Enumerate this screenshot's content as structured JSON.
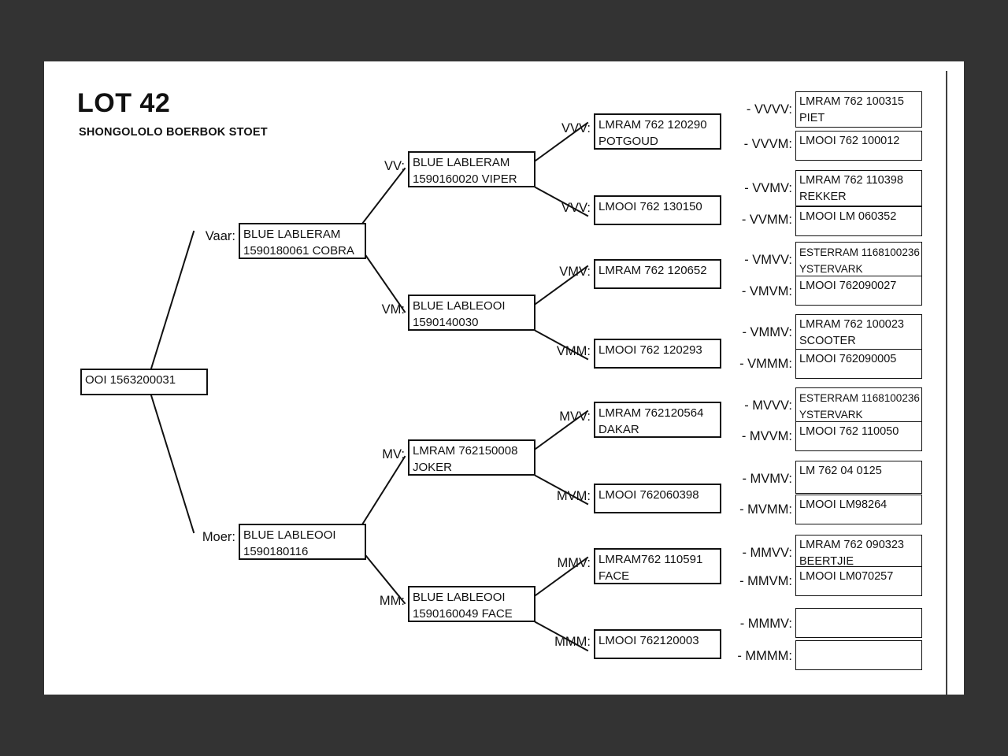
{
  "header": {
    "title": "LOT 42",
    "subtitle": "SHONGOLOLO BOERBOK STOET"
  },
  "colors": {
    "background": "#333333",
    "page": "#ffffff",
    "ink": "#111111"
  },
  "labels": {
    "vaar": "Vaar:",
    "moer": "Moer:",
    "vv": "VV:",
    "vm": "VM:",
    "mv": "MV:",
    "mm": "MM:",
    "vvv": "VVV:",
    "vvm": "VVV:",
    "vmv": "VMV:",
    "vmm": "VMM:",
    "mvv": "MVV:",
    "mvm": "MVM:",
    "mmv": "MMV:",
    "mmm": "MMM:",
    "vvvv": "- VVVV:",
    "vvvm": "- VVVM:",
    "vvmv": "- VVMV:",
    "vvmm": "- VVMM:",
    "vmvv": "- VMVV:",
    "vmvm": "- VMVM:",
    "vmmv": "- VMMV:",
    "vmmm": "- VMMM:",
    "mvvv": "- MVVV:",
    "mvvm": "- MVVM:",
    "mvmv": "- MVMV:",
    "mvmm": "- MVMM:",
    "mmvv": "- MMVV:",
    "mmvm": "- MMVM:",
    "mmmv": "- MMMV:",
    "mmmm": "- MMMM:"
  },
  "animals": {
    "root": "OOI 1563200031",
    "v": "BLUE LABLERAM\n1590180061 COBRA",
    "m": "BLUE LABLEOOI\n1590180116",
    "vv": "BLUE LABLERAM\n1590160020 VIPER",
    "vm": "BLUE LABLEOOI\n1590140030",
    "mv": "LMRAM 762150008\nJOKER",
    "mm": "BLUE LABLEOOI\n1590160049 FACE",
    "vvv": "LMRAM 762 120290\nPOTGOUD",
    "vvm": "LMOOI 762 130150",
    "vmv": "LMRAM 762 120652",
    "vmm": "LMOOI 762 120293",
    "mvv": "LMRAM 762120564\nDAKAR",
    "mvm": "LMOOI 762060398",
    "mmv": "LMRAM762 110591\nFACE",
    "mmm": "LMOOI 762120003",
    "vvvv": "LMRAM 762 100315\nPIET",
    "vvvm": "LMOOI 762 100012",
    "vvmv": "LMRAM 762 110398\nREKKER",
    "vvmm": "LMOOI LM 060352",
    "vmvv": "ESTERRAM 1168100236\nYSTERVARK",
    "vmvm": "LMOOI 762090027",
    "vmmv": "LMRAM 762 100023\nSCOOTER",
    "vmmm": "LMOOI 762090005",
    "mvvv": "ESTERRAM 1168100236\nYSTERVARK",
    "mvvm": "LMOOI 762 110050",
    "mvmv": "LM 762 04 0125",
    "mvmm": "LMOOI LM98264",
    "mmvv": "LMRAM 762 090323\nBEERTJIE",
    "mmvm": "LMOOI LM070257",
    "mmmv": "",
    "mmmm": ""
  }
}
